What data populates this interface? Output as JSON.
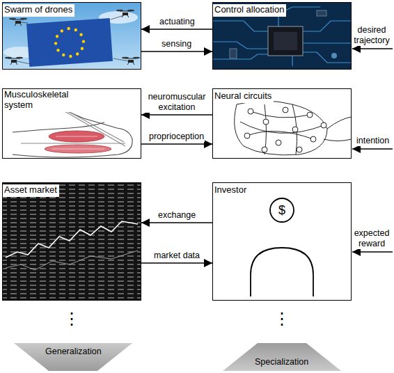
{
  "diagram": {
    "nodes": [
      {
        "text": [
          "Swarm of drones"
        ]
      },
      {
        "text": [
          "Control allocation"
        ]
      },
      {
        "text": [
          "Musculoskeletal system"
        ]
      },
      {
        "text": [
          "Neural circuits"
        ]
      },
      {
        "text": [
          "Asset market"
        ]
      },
      {
        "text": [
          "Investor"
        ]
      }
    ],
    "edges": [
      {
        "from": 1,
        "to": 0,
        "label": "actuating",
        "arrow": "to"
      },
      {
        "from": 0,
        "to": 1,
        "label": "sensing",
        "arrow": "to"
      },
      {
        "from": 3,
        "to": 2,
        "label": "neuromuscular excitation",
        "arrow": "to"
      },
      {
        "from": 2,
        "to": 3,
        "label": "proprioception",
        "arrow": "to"
      },
      {
        "from": 5,
        "to": 4,
        "label": "exchange",
        "arrow": "to"
      },
      {
        "from": 4,
        "to": 5,
        "label": "market data",
        "arrow": "to"
      }
    ],
    "labels": [
      "desired trajectory",
      "intention",
      "expected reward",
      "$",
      "⋮",
      "⋮",
      "Generalization",
      "Specialization"
    ]
  }
}
